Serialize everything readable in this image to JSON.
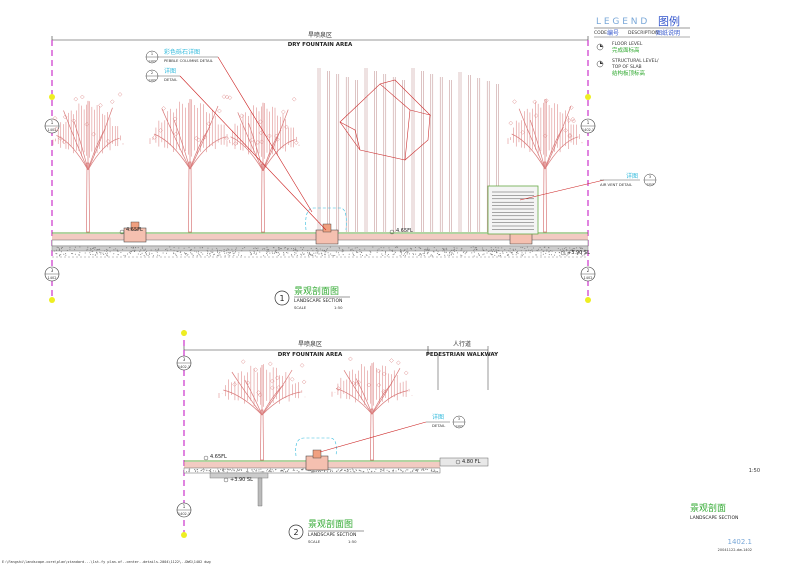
{
  "colors": {
    "tree": "#d97a7a",
    "dim": "#cc33cc",
    "line": "#333333",
    "callout": "#cc2222",
    "cyan": "#33bbdd",
    "green": "#33aa33",
    "blue": "#3355cc",
    "bubble": "#eeee22",
    "paving": "#e8a090",
    "grid": "#999999"
  },
  "legend": {
    "title_en": "L E G E N D",
    "title_cn": "图例",
    "code_en": "CODE",
    "code_cn": "编号",
    "desc_en": "DESCRIPTION",
    "desc_cn": "图纸说明",
    "item1_en": "FLOOR LEVEL",
    "item1_cn": "完成面标高",
    "item2_en1": "STRUCTURAL LEVEL/",
    "item2_en2": "TOP OF SLAB",
    "item2_cn": "结构板顶标高"
  },
  "section1": {
    "area_cn": "旱喷泉区",
    "area_en": "DRY FOUNTAIN AREA",
    "callout1_cn": "彩色砾石详图",
    "callout1_en": "PEBBLE COLUMNS DETAIL",
    "callout1_num": "1",
    "callout1_sheet": "1103",
    "callout2_cn": "详图",
    "callout2_en": "DETAIL",
    "callout2_num": "2",
    "callout2_sheet": "1103",
    "callout3_cn": "详图",
    "callout3_en": "AIR VENT DETAIL",
    "callout3_num": "3",
    "callout3_sheet": "1114",
    "level_left": "4.65FL",
    "level_mid": "4.65FL",
    "level_right": "+3.90 SL",
    "grid_left_top": "1",
    "grid_left_top_sheet": "1402",
    "grid_right_top": "1",
    "grid_right_top_sheet": "1402.1",
    "grid_left_bot": "3",
    "grid_left_bot_sheet": "1402",
    "grid_right_bot": "2",
    "grid_right_bot_sheet": "1402",
    "title_num": "1",
    "title_cn": "景观剖面图",
    "title_en": "LANDSCAPE SECTION",
    "scale_label": "SCALE",
    "scale_value": "1:50"
  },
  "section2": {
    "area1_cn": "旱喷泉区",
    "area1_en": "DRY FOUNTAIN AREA",
    "area2_cn": "人行道",
    "area2_en": "PEDESTRIAN WALKWAY",
    "callout_cn": "详图",
    "callout_en": "DETAIL",
    "callout_num": "3",
    "callout_sheet": "1103",
    "level_left": "4.65FL",
    "level_right": "4.80 FL",
    "level_sl": "+3.90 SL",
    "grid_top": "3",
    "grid_top_sheet": "1402.1",
    "grid_bot": "1",
    "grid_bot_sheet": "1402.1",
    "title_num": "2",
    "title_cn": "景观剖面图",
    "title_en": "LANDSCAPE SECTION",
    "scale_label": "SCALE",
    "scale_value": "1:50"
  },
  "titleblock": {
    "scale": "1:50",
    "title_cn": "景观剖面",
    "title_en": "LANDSCAPE SECTION",
    "sheet_no": "1402.1",
    "file_ref": "20041122-dw-1402"
  },
  "footer_path": "E:\\Fangshi\\landscape-core\\plan\\standard...\\1st-fy plan.of..center..details.2004\\1122\\..DWG\\1402 dwg"
}
